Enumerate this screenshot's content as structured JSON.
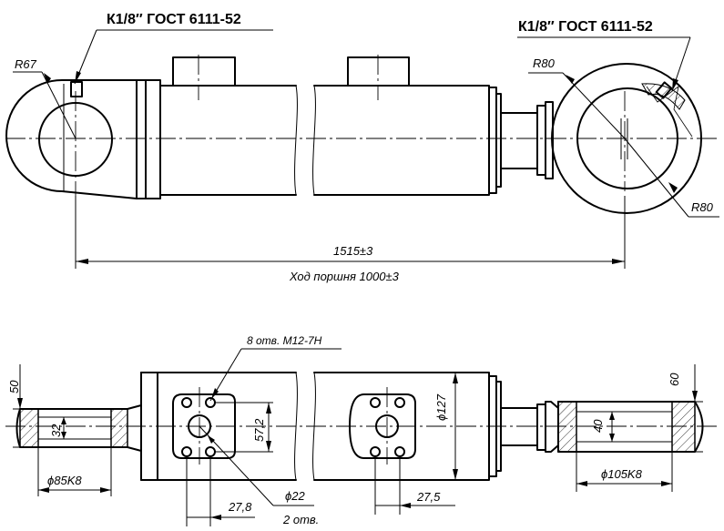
{
  "labels": {
    "fitting_left": "К1/8″ ГОСТ 6111-52",
    "fitting_right": "К1/8″ ГОСТ 6111-52",
    "radius_left": "R67",
    "radius_right_top": "R80",
    "radius_right_bottom": "R80",
    "length": "1515±3",
    "stroke": "Ход поршня 1000±3",
    "holes_thread": "8 отв. М12-7Н",
    "dim_50": "50",
    "dim_32": "32",
    "dim_85": "ϕ85K8",
    "dim_57": "57,2",
    "dim_127": "ϕ127",
    "dim_27_8": "27,8",
    "dim_22": "ϕ22",
    "dim_2holes": "2 отв.",
    "dim_27_5": "27,5",
    "dim_60": "60",
    "dim_40": "40",
    "dim_105": "ϕ105K8"
  }
}
